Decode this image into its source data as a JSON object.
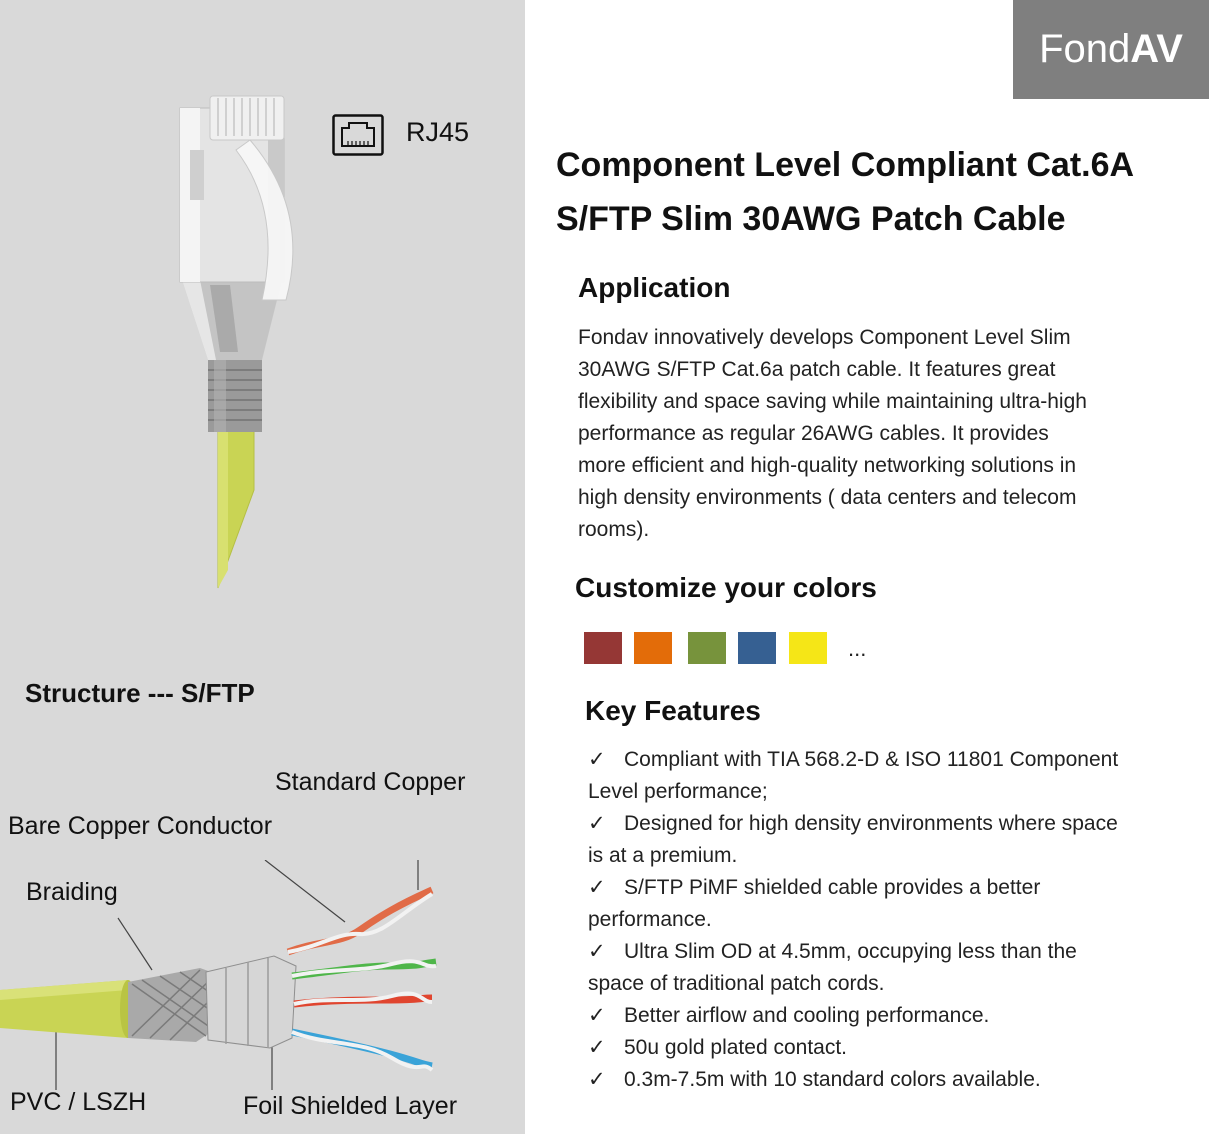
{
  "brand": {
    "name_regular": "Fond",
    "name_bold": "AV"
  },
  "title": {
    "line1": "Component Level Compliant Cat.6A",
    "line2": "S/FTP Slim 30AWG Patch Cable"
  },
  "connector": {
    "label": "RJ45",
    "icon": "rj45-port-icon"
  },
  "structure": {
    "heading": "Structure --- S/FTP",
    "callouts": {
      "standard_copper": "Standard Copper",
      "bare_copper": "Bare Copper Conductor",
      "braiding": "Braiding",
      "jacket": "PVC / LSZH",
      "foil": "Foil Shielded Layer"
    }
  },
  "application": {
    "heading": "Application",
    "lines": [
      "Fondav innovatively develops Component Level Slim",
      "30AWG S/FTP Cat.6a patch cable. It features great",
      "flexibility and space saving while maintaining ultra-high",
      "performance as regular 26AWG cables. It provides",
      "more efficient and high-quality networking solutions in",
      "high density environments ( data centers and telecom",
      "rooms)."
    ]
  },
  "colors": {
    "heading": "Customize your colors",
    "swatches": [
      "#953735",
      "#e36c09",
      "#77933c",
      "#366092",
      "#f5e617"
    ],
    "more": "..."
  },
  "features": {
    "heading": "Key Features",
    "check": "✓",
    "items": [
      {
        "line1": "Compliant with TIA 568.2-D & ISO 11801 Component",
        "line2": "Level performance;"
      },
      {
        "line1": "Designed for high density environments where space",
        "line2": "is at a premium."
      },
      {
        "line1": "S/FTP PiMF shielded cable provides a better",
        "line2": "performance."
      },
      {
        "line1": "Ultra Slim OD at 4.5mm, occupying less than the",
        "line2": "space of traditional patch cords."
      },
      {
        "line1": "Better airflow and cooling performance.",
        "line2": ""
      },
      {
        "line1": "50u gold plated contact.",
        "line2": ""
      },
      {
        "line1": "0.3m-7.5m with 10 standard colors available.",
        "line2": ""
      }
    ]
  }
}
